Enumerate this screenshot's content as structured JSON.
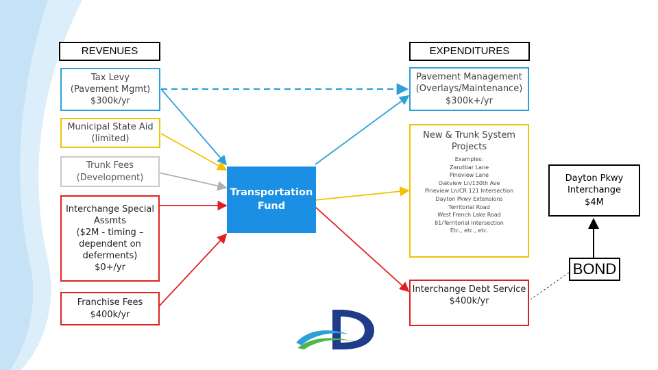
{
  "headers": {
    "revenues": "REVENUES",
    "expenditures": "EXPENDITURES"
  },
  "revenues": {
    "tax_levy": [
      "Tax Levy",
      "(Pavement Mgmt)",
      "$300k/yr"
    ],
    "msa": [
      "Municipal State Aid",
      "(limited)"
    ],
    "trunk_fees": [
      "Trunk Fees",
      "(Development)"
    ],
    "interchange_assmts": [
      "Interchange Special",
      "Assmts",
      "($2M - timing –",
      "dependent on",
      "deferments)",
      "$0+/yr"
    ],
    "franchise_fees": [
      "Franchise Fees",
      "$400k/yr"
    ]
  },
  "fund": [
    "Transportation",
    "Fund"
  ],
  "expenditures": {
    "pavement": [
      "Pavement Management",
      "(Overlays/Maintenance)",
      "$300k+/yr"
    ],
    "new_trunk": [
      "New & Trunk System",
      "Projects"
    ],
    "examples": [
      "Examples:",
      "Zanzibar Lane",
      "Pineview Lane",
      "Oakview Ln/130th Ave",
      "Pineview Ln/CR 121 Intersection",
      "Dayton Pkwy Extensions",
      "Territorial Road",
      "West French Lake Road",
      "81/Territorial Intersection",
      "Etc., etc., etc."
    ],
    "debt_service": [
      "Interchange Debt Service",
      "$400k/yr"
    ]
  },
  "dayton": [
    "Dayton Pkwy",
    "Interchange",
    "$4M"
  ],
  "bond": "BOND",
  "colors": {
    "blue": "#2e9fd8",
    "yellow": "#f2c200",
    "grey": "#c8c8c8",
    "red": "#e02020",
    "fund": "#1a8fe3"
  },
  "logo": {
    "letter": "D",
    "icon": "city-logo"
  }
}
